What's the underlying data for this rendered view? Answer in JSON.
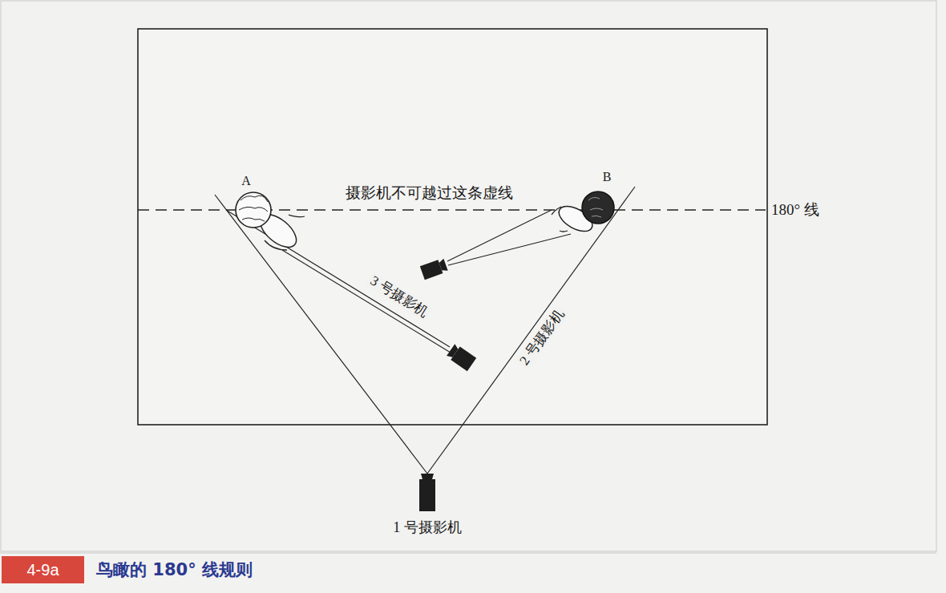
{
  "diagram": {
    "caption": "鸟瞰的 180° 线规则",
    "nodes": [
      {
        "text": [
          "4-9a"
        ]
      }
    ],
    "labels": [
      "A",
      "B",
      "摄影机不可越过这条虚线",
      "180° 线",
      "3 号摄影机",
      "2 号摄影机",
      "1 号摄影机"
    ]
  }
}
